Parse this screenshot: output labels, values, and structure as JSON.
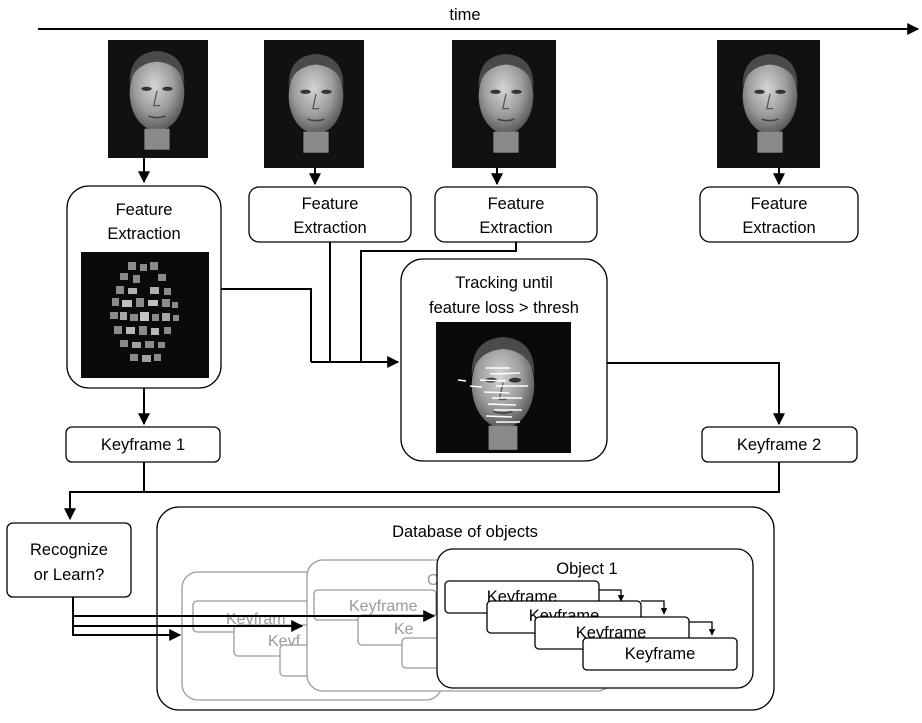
{
  "timeline": {
    "label": "time"
  },
  "feature_extraction": {
    "line1": "Feature",
    "line2": "Extraction"
  },
  "tracking": {
    "line1": "Tracking until",
    "line2": "feature loss > thresh"
  },
  "keyframe_1": "Keyframe 1",
  "keyframe_2": "Keyframe 2",
  "decision": {
    "line1": "Recognize",
    "line2": "or Learn?"
  },
  "database": {
    "title": "Database of objects",
    "object_title": "Object 1",
    "keyframe_label": "Keyframe",
    "keyframe_truncated": "Keyfram",
    "keyframe_truncated_short": "Keyf",
    "keyframe_fragment": "Ke",
    "object_fragment": "O"
  },
  "images": [
    {
      "name": "face-frontal",
      "type": "face-photo"
    },
    {
      "name": "face-slight-turn",
      "type": "face-photo"
    },
    {
      "name": "face-turn",
      "type": "face-photo"
    },
    {
      "name": "face-profile",
      "type": "face-photo"
    },
    {
      "name": "feature-map",
      "type": "feature-blocks"
    },
    {
      "name": "tracked-face",
      "type": "face-with-tracks"
    }
  ]
}
